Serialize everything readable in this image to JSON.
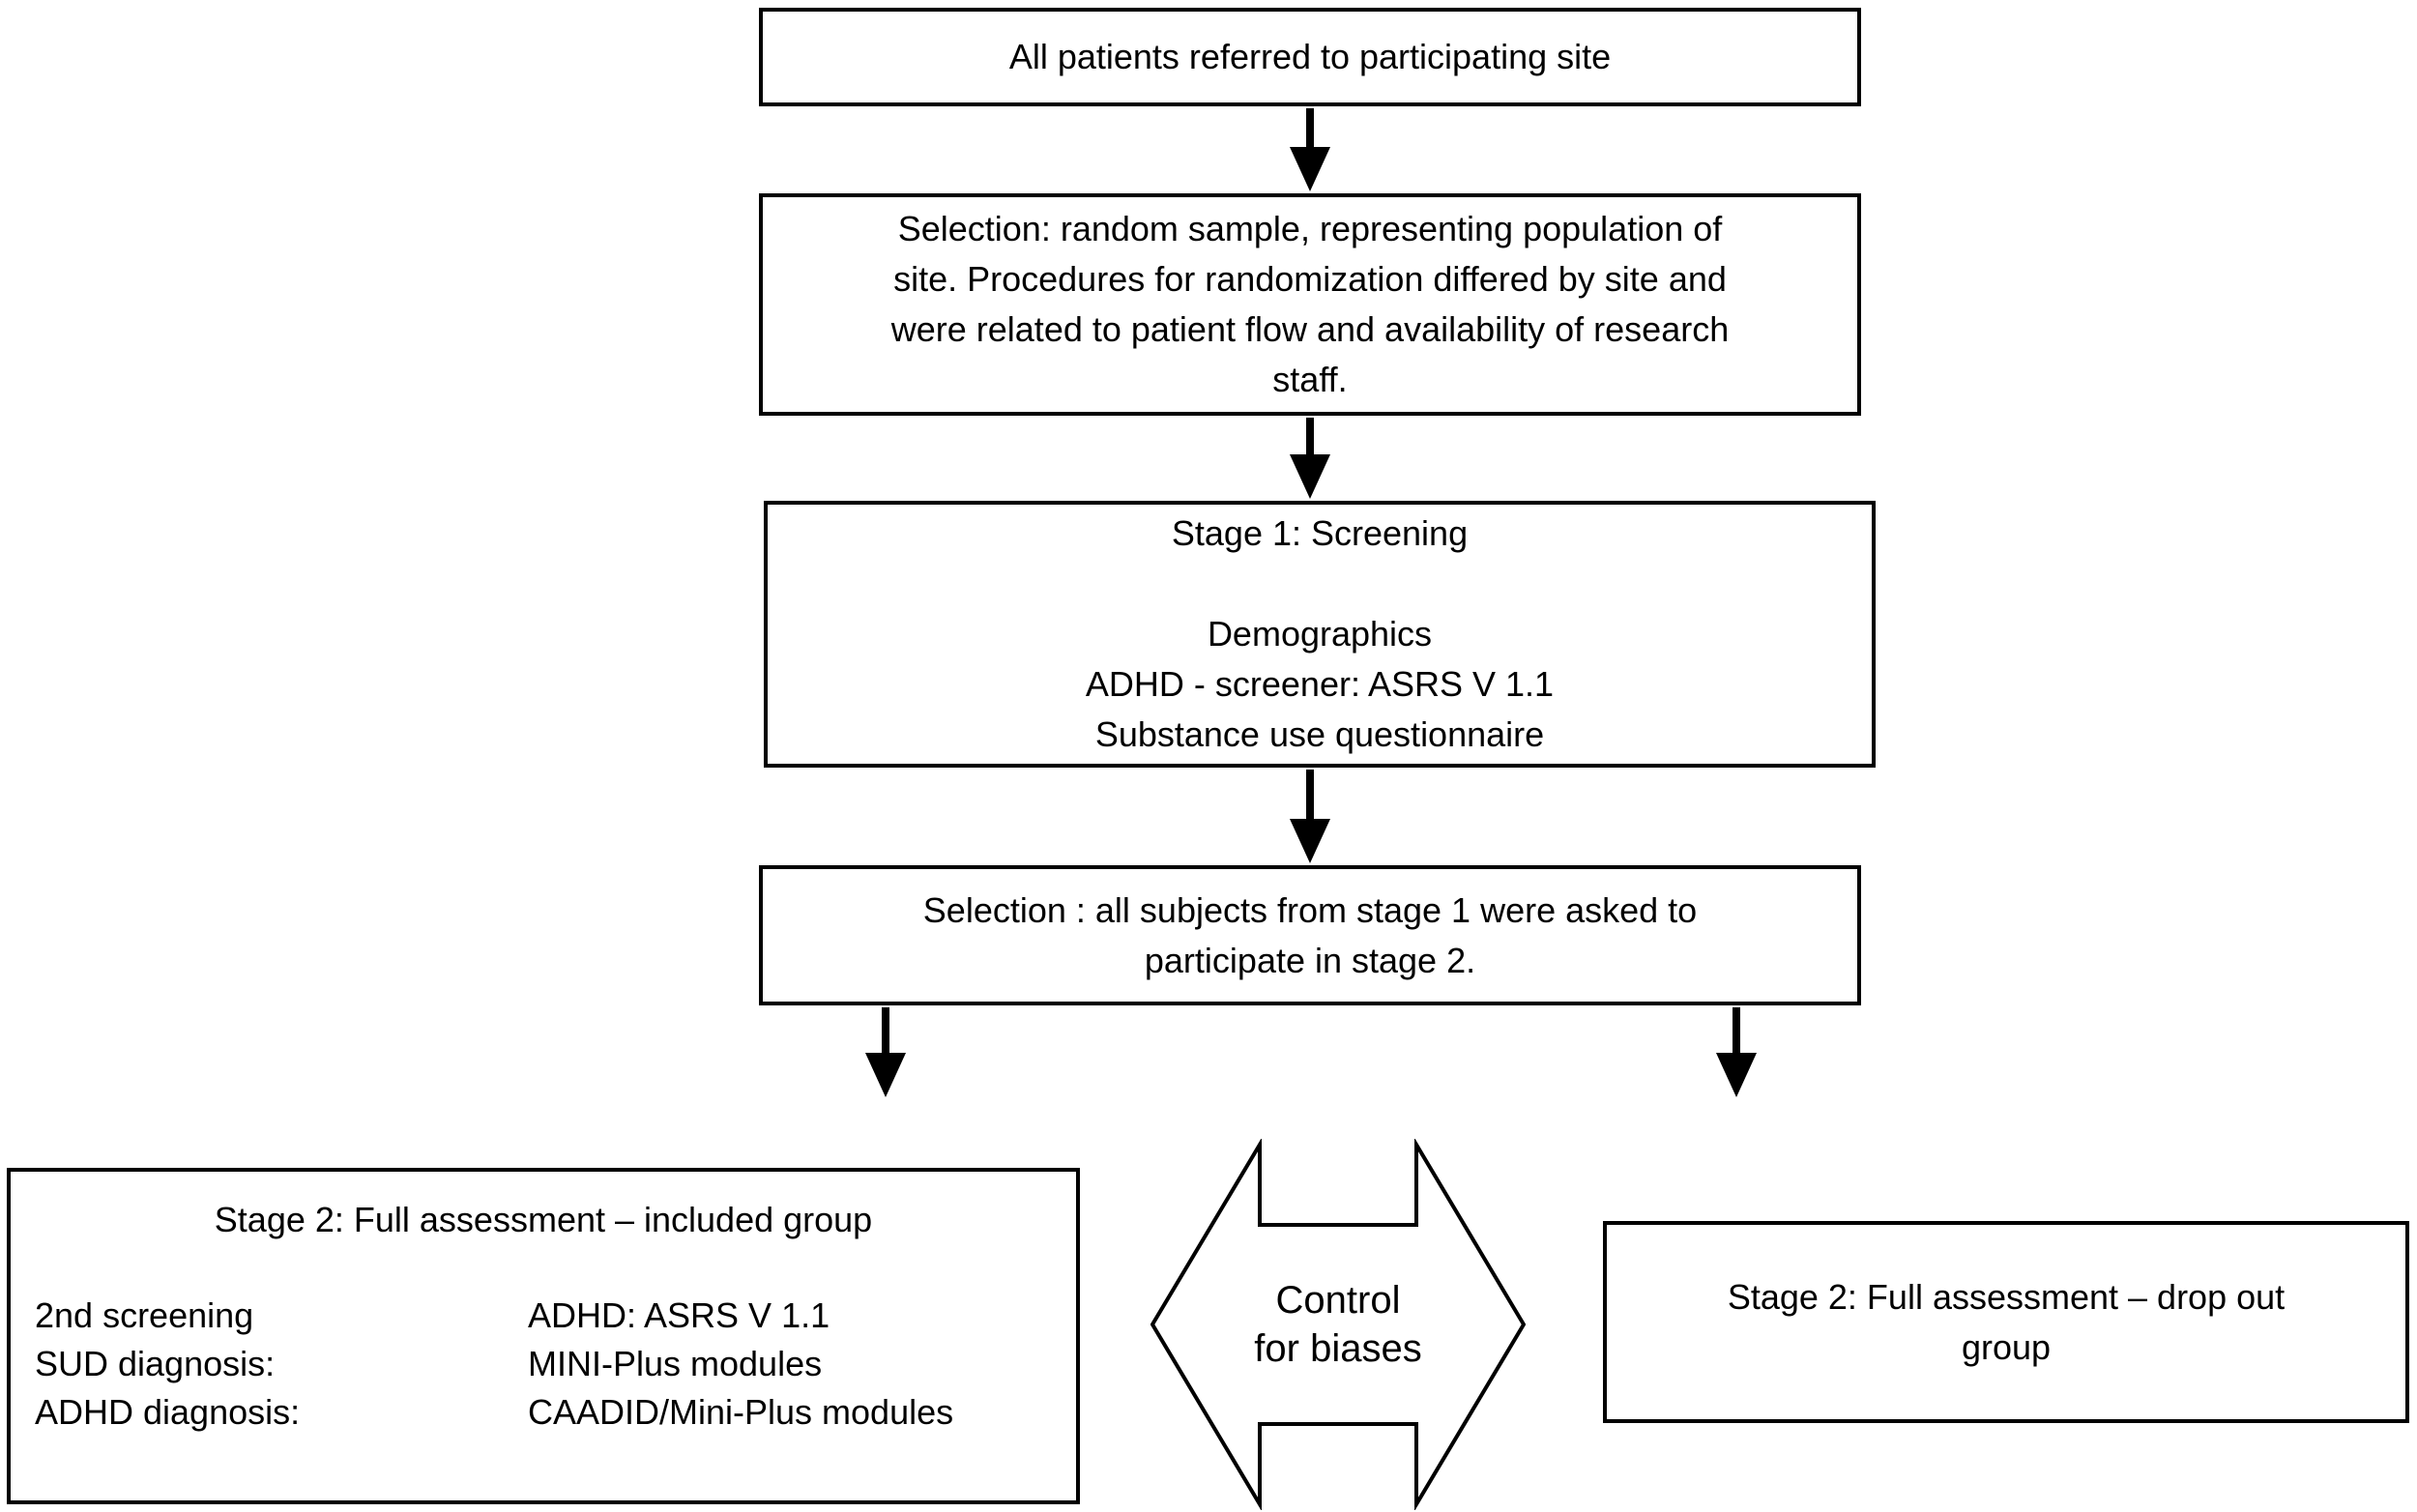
{
  "diagram": {
    "colors": {
      "background": "#ffffff",
      "border": "#000000",
      "text": "#000000"
    },
    "boxes": {
      "referred": {
        "text": "All patients referred to participating site"
      },
      "selection_random": {
        "lines": [
          "Selection: random sample, representing population of",
          "site. Procedures for randomization differed by site and",
          "were related to patient flow and availability of research",
          "staff."
        ]
      },
      "stage1": {
        "title": "Stage 1: Screening",
        "lines": [
          "Demographics",
          "ADHD - screener: ASRS V 1.1",
          "Substance use questionnaire"
        ]
      },
      "selection_stage2": {
        "lines": [
          "Selection : all subjects from stage 1 were asked to",
          "participate in stage 2."
        ]
      },
      "stage2_included": {
        "title": "Stage 2: Full assessment – included group",
        "rows": [
          {
            "label": "2nd screening",
            "value": "ADHD: ASRS V 1.1"
          },
          {
            "label": "SUD diagnosis:",
            "value": "MINI-Plus modules"
          },
          {
            "label": "ADHD diagnosis:",
            "value": "CAADID/Mini-Plus modules"
          }
        ]
      },
      "control_biases": {
        "lines": [
          "Control",
          "for biases"
        ]
      },
      "stage2_dropout": {
        "lines": [
          "Stage 2: Full assessment – drop out",
          "group"
        ]
      }
    }
  }
}
